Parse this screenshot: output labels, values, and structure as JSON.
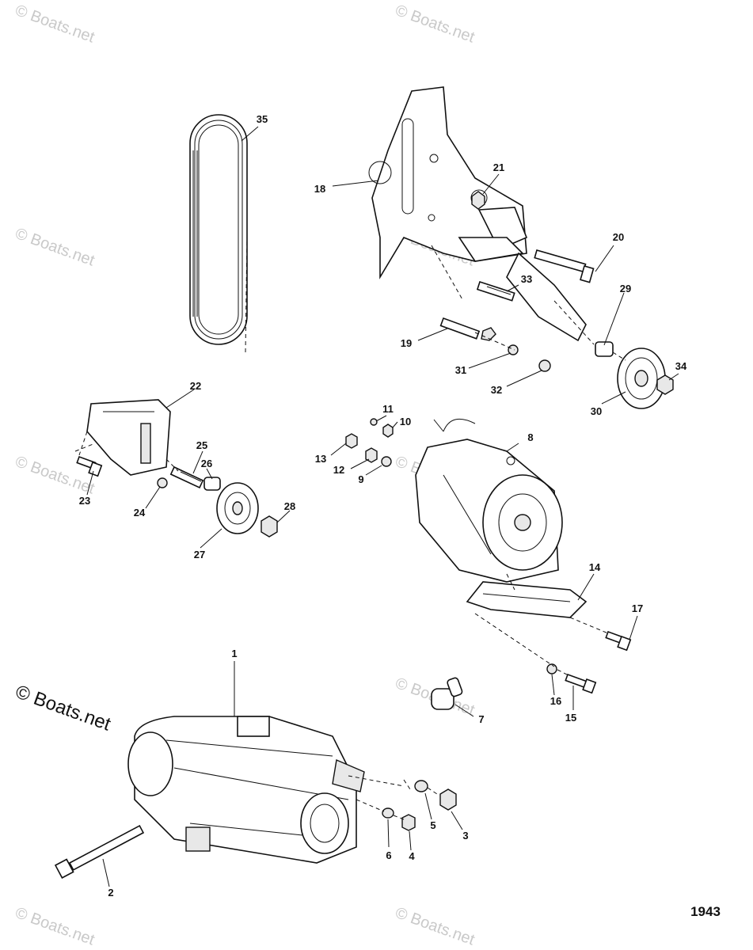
{
  "watermark": "© Boats.net",
  "brand_caption": "© Boats.net",
  "plate_number": "1943",
  "callouts": [
    "1",
    "2",
    "3",
    "4",
    "5",
    "6",
    "7",
    "8",
    "9",
    "10",
    "11",
    "12",
    "13",
    "14",
    "15",
    "16",
    "17",
    "18",
    "19",
    "20",
    "21",
    "22",
    "23",
    "24",
    "25",
    "26",
    "27",
    "28",
    "29",
    "30",
    "31",
    "32",
    "33",
    "34",
    "35"
  ]
}
